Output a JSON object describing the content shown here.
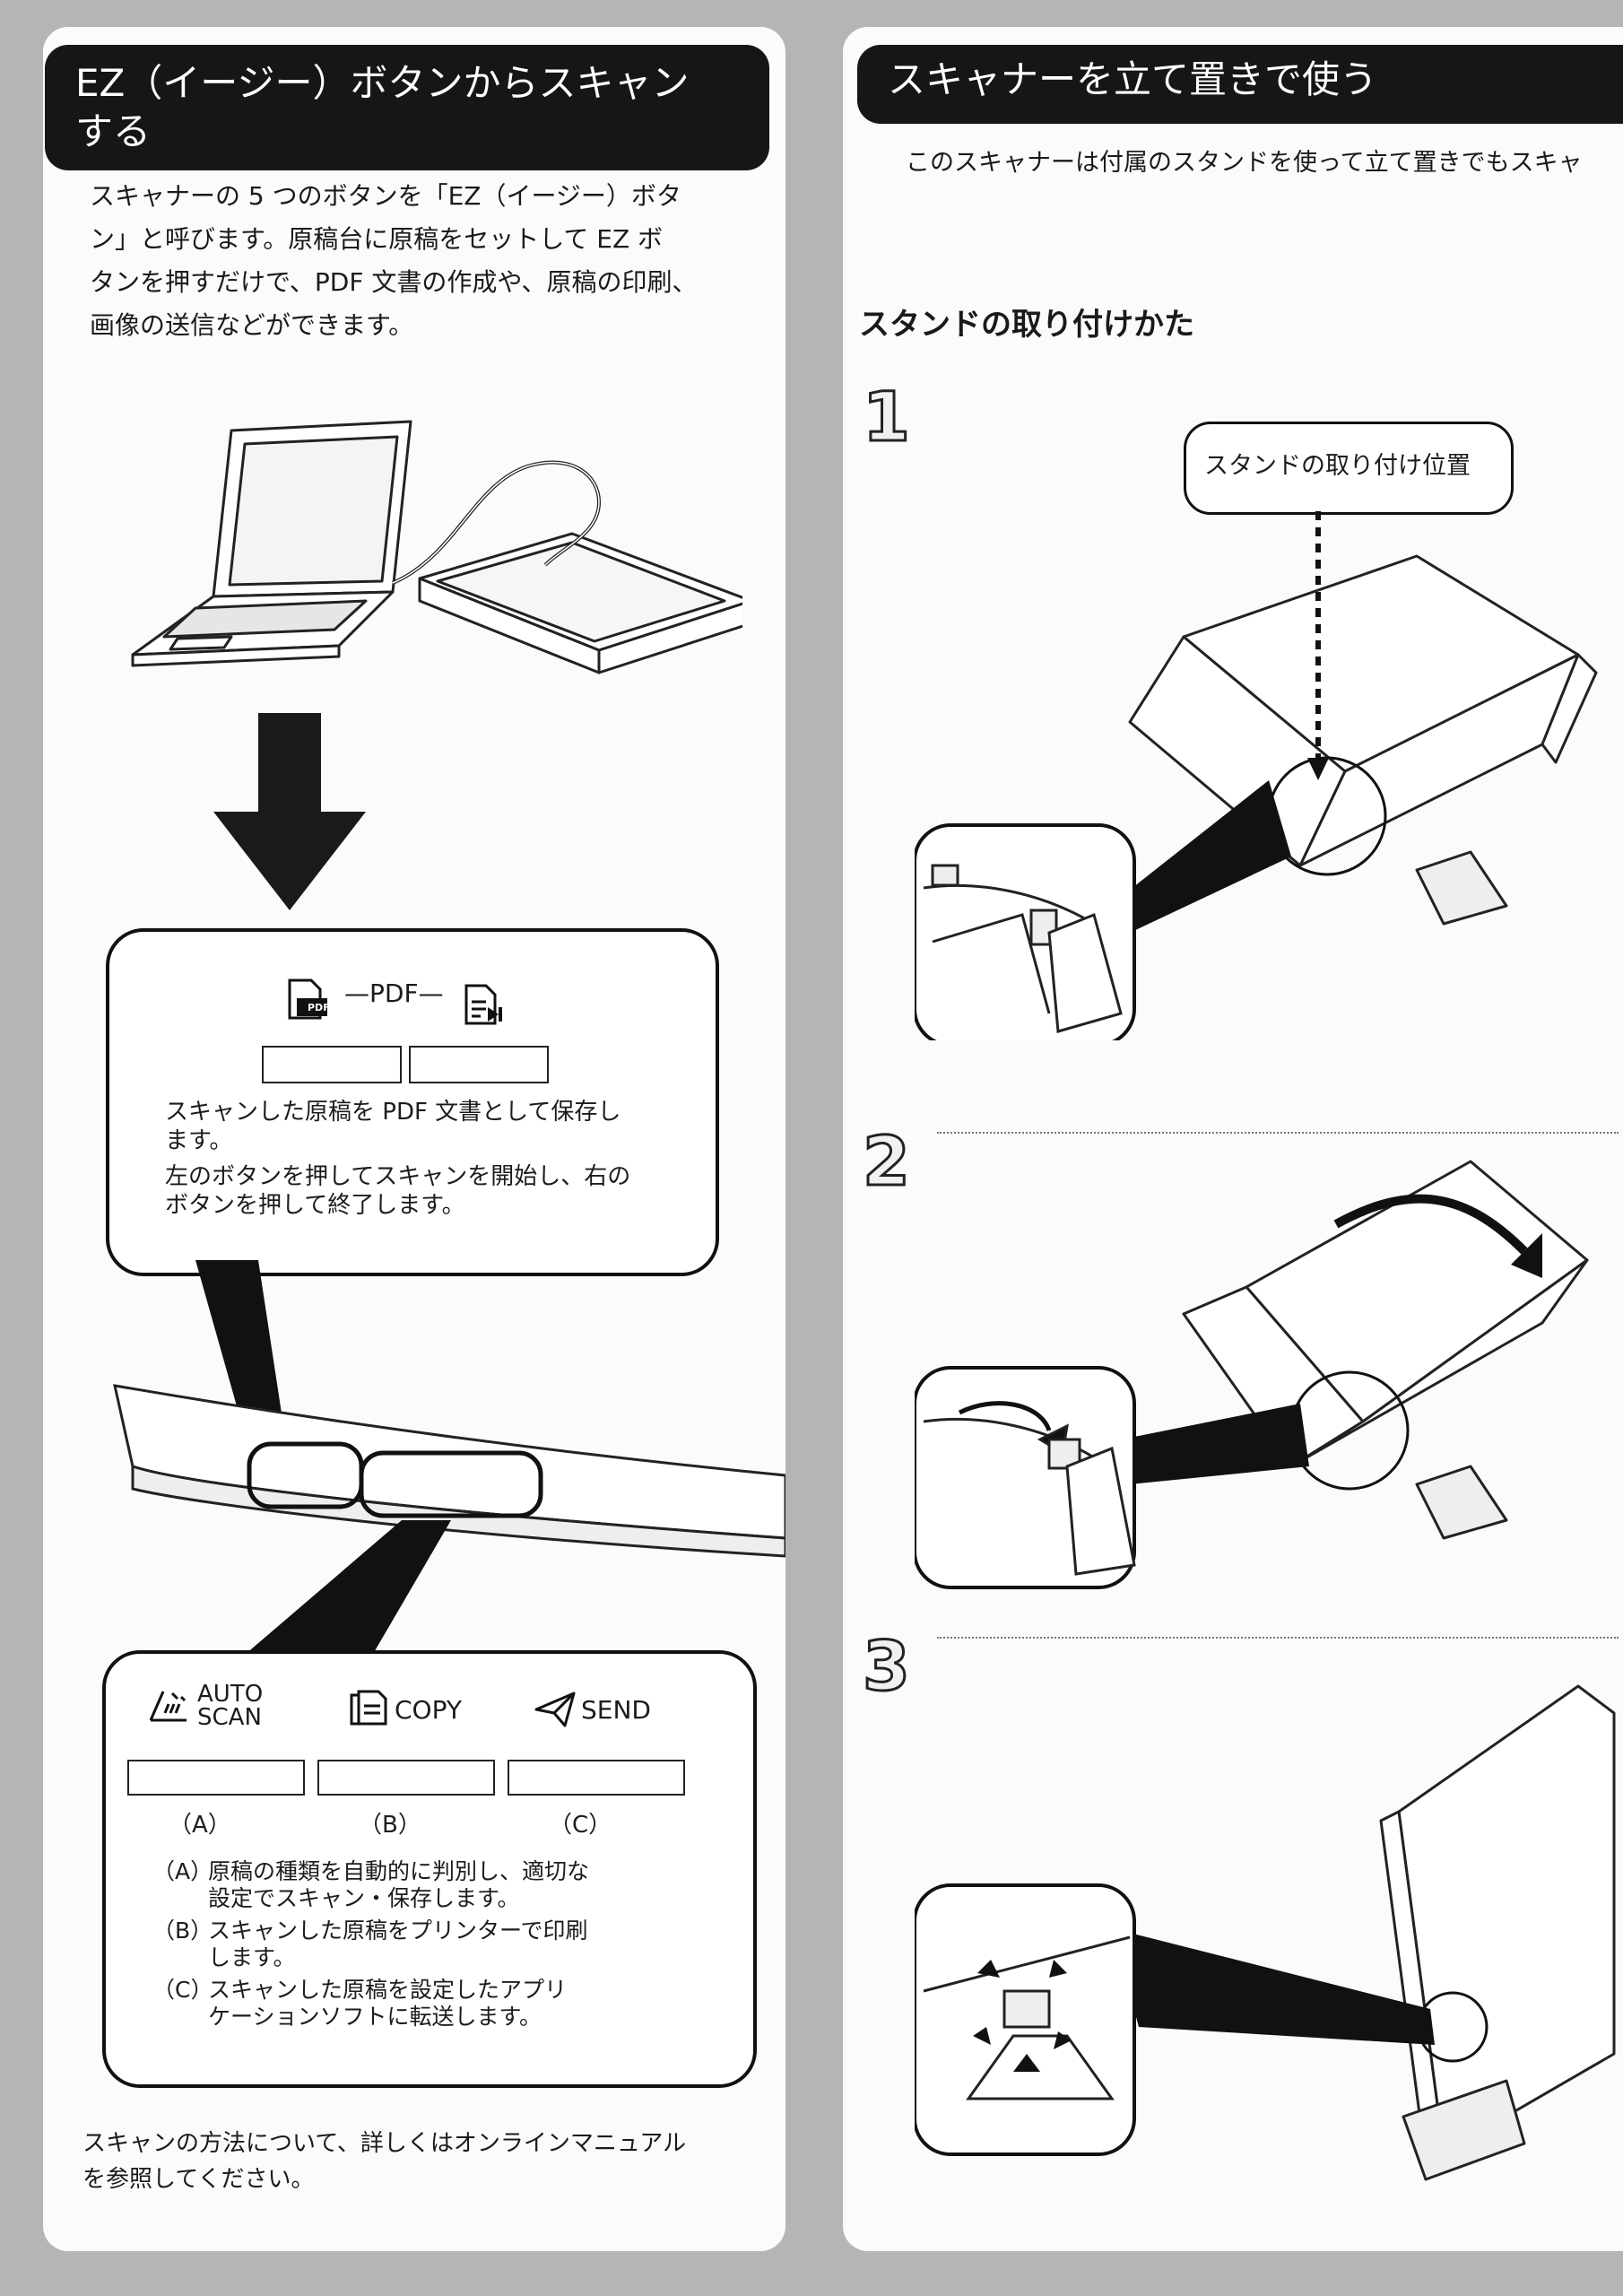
{
  "left": {
    "heading": [
      "EZ（イージー）ボタンからスキャン",
      "する"
    ],
    "intro": [
      "スキャナーの 5 つのボタンを「EZ（イージー）ボタ",
      "ン」と呼びます。原稿台に原稿をセットして EZ ボ",
      "タンを押すだけで、PDF 文書の作成や、原稿の印刷、",
      "画像の送信などができます。"
    ],
    "pdf_callout": {
      "label": "PDF",
      "pdf_icon_text": "PDF",
      "description": [
        "スキャンした原稿を PDF 文書として保存し",
        "ます。",
        "左のボタンを押してスキャンを開始し、右の",
        "ボタンを押して終了します。"
      ]
    },
    "buttons_callout": {
      "auto_scan": [
        "AUTO",
        "SCAN"
      ],
      "copy": "COPY",
      "send": "SEND",
      "slot_labels": [
        "（A）",
        "（B）",
        "（C）"
      ],
      "notes": [
        {
          "key": "（A）",
          "lines": [
            "原稿の種類を自動的に判別し、適切な",
            "設定でスキャン・保存します。"
          ]
        },
        {
          "key": "（B）",
          "lines": [
            "スキャンした原稿をプリンターで印刷",
            "します。"
          ]
        },
        {
          "key": "（C）",
          "lines": [
            "スキャンした原稿を設定したアプリ",
            "ケーションソフトに転送します。"
          ]
        }
      ]
    },
    "footer": [
      "スキャンの方法について、詳しくはオンラインマニュアル",
      "を参照してください。"
    ]
  },
  "right": {
    "heading": "スキャナーを立て置きで使う",
    "intro": "このスキャナーは付属のスタンドを使って立て置きでもスキャ",
    "subheading": "スタンドの取り付けかた",
    "callout": "スタンドの取り付け位置",
    "steps": [
      "1",
      "2",
      "3"
    ]
  }
}
